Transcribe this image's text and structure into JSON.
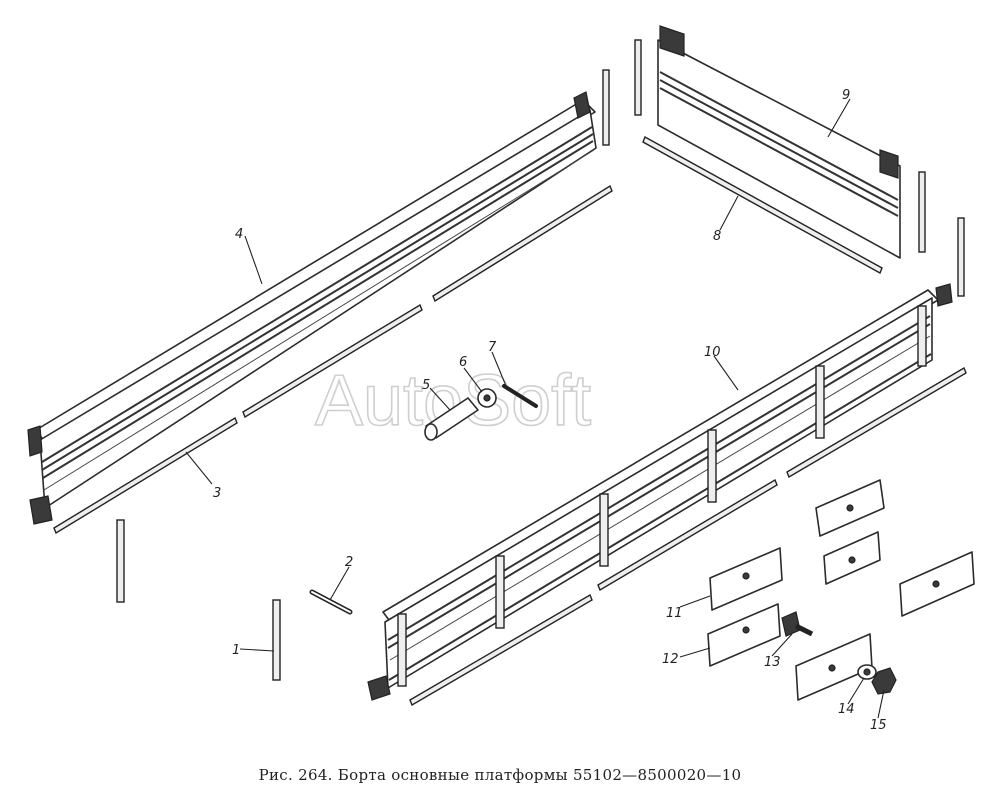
{
  "caption": "Рис. 264. Борта основные платформы 55102—8500020—10",
  "watermark": "AutoSoft",
  "callouts": {
    "c1": "1",
    "c2": "2",
    "c3": "3",
    "c4": "4",
    "c5": "5",
    "c6": "6",
    "c7": "7",
    "c8": "8",
    "c9": "9",
    "c10": "10",
    "c11": "11",
    "c12": "12",
    "c13": "13",
    "c14": "14",
    "c15": "15"
  }
}
